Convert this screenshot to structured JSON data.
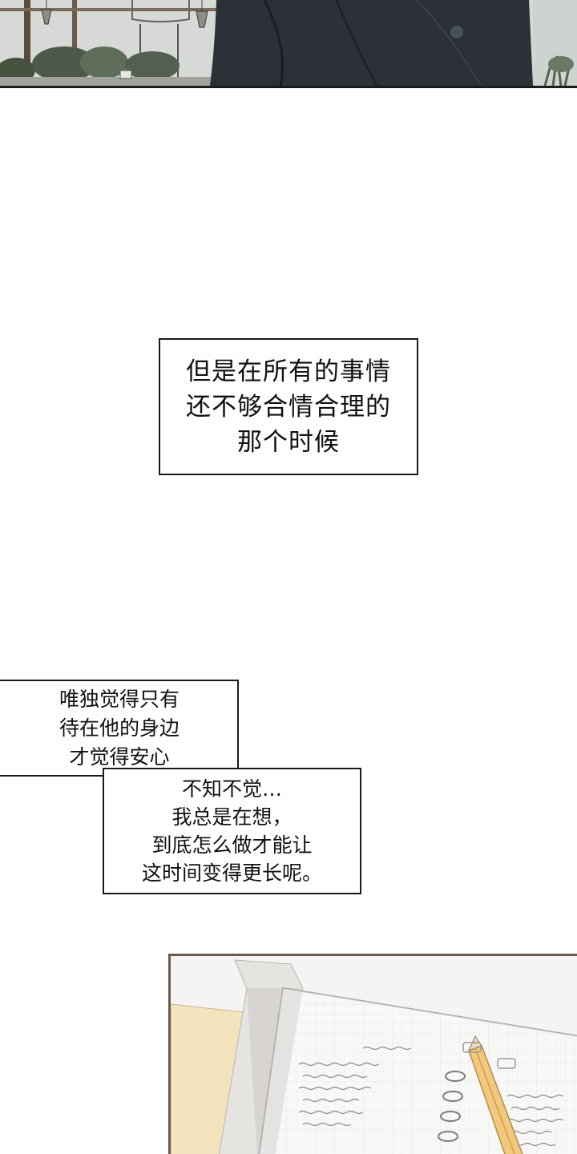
{
  "captions": {
    "first": {
      "lines": [
        "但是在所有的事情",
        "还不够合情合理的",
        "那个时候"
      ]
    },
    "second": {
      "lines": [
        "唯独觉得只有",
        "待在他的身边",
        "才觉得安心"
      ]
    },
    "third": {
      "lines": [
        "不知不觉…",
        "我总是在想，",
        "到底怎么做才能让",
        "这时间变得更长呢。"
      ]
    }
  },
  "colors": {
    "border": "#1a1a1a",
    "background": "#ffffff",
    "panel_frame": "#6a5a4c"
  }
}
